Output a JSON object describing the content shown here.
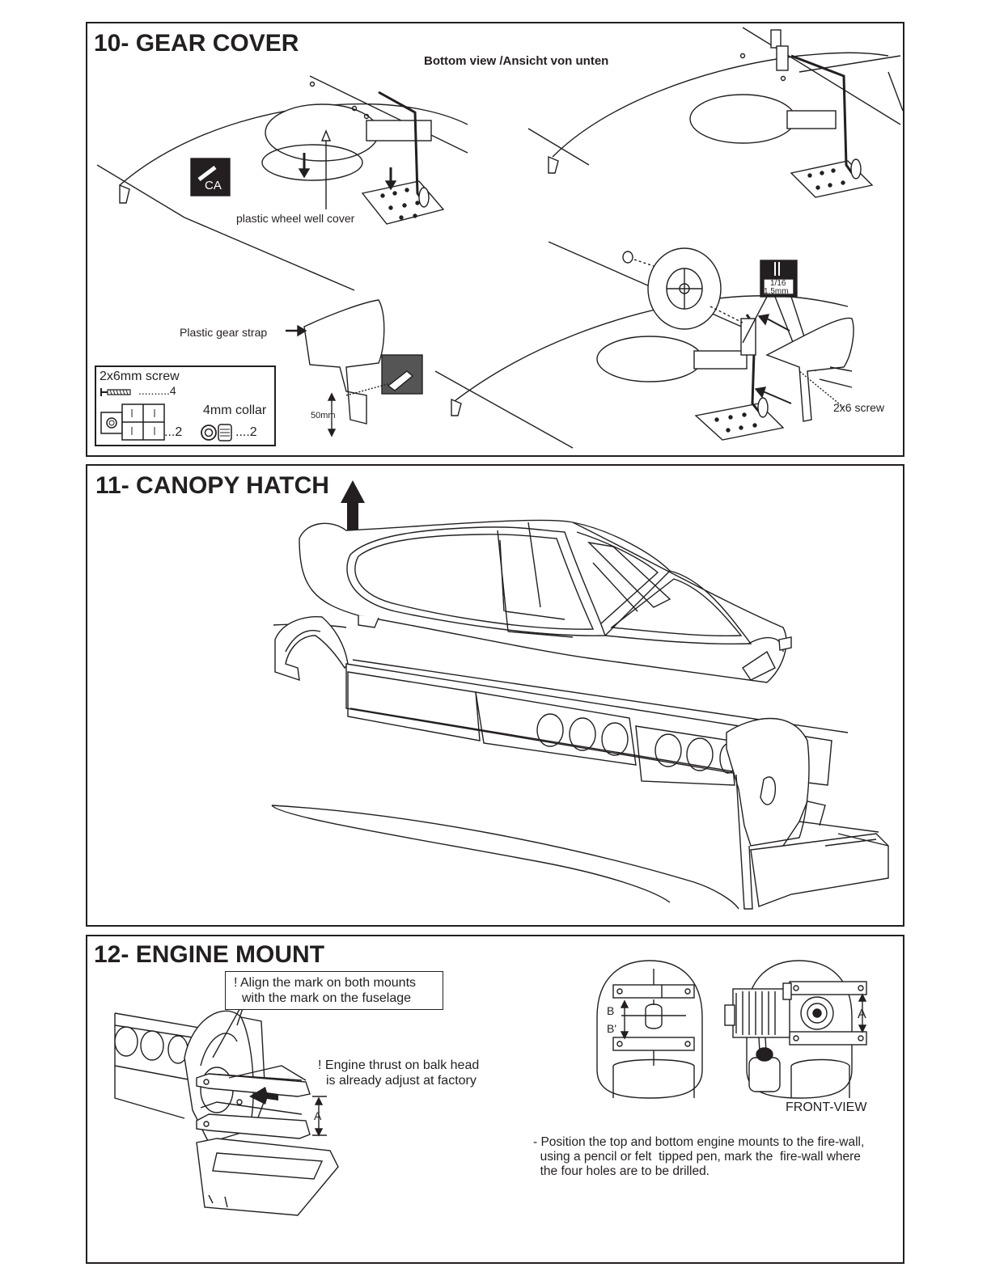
{
  "sections": {
    "gear_cover": {
      "title": "10- GEAR COVER",
      "bottom_view": "Bottom view /Ansicht von unten",
      "ca_label": "CA",
      "wheel_well_cover": "plastic wheel well cover",
      "gear_strap": "Plastic gear strap",
      "dimension": "50mm",
      "drill_size_in": "1/16",
      "drill_size_mm": "1.5mm",
      "screw_label": "2x6 screw",
      "parts": {
        "screw_name": "2x6mm screw",
        "screw_qty": "..........4",
        "strap_qty": "...2",
        "collar_name": "4mm collar",
        "collar_qty": "....2"
      }
    },
    "canopy_hatch": {
      "title": "11- CANOPY HATCH"
    },
    "engine_mount": {
      "title": "12- ENGINE MOUNT",
      "align_note_1": "! Align the mark on both mounts",
      "align_note_2": "with the mark on the fuselage",
      "thrust_note_1": "! Engine thrust on balk head",
      "thrust_note_2": "is already adjust at factory",
      "dim_a": "A",
      "dim_b": "B",
      "dim_b_prime": "B'",
      "front_view": "FRONT-VIEW",
      "instruction_1": "- Position the top and bottom engine mounts to the fire-wall,",
      "instruction_2": "  using a pencil or felt  tipped pen, mark the  fire-wall where",
      "instruction_3": "  the four holes are to be drilled."
    }
  }
}
